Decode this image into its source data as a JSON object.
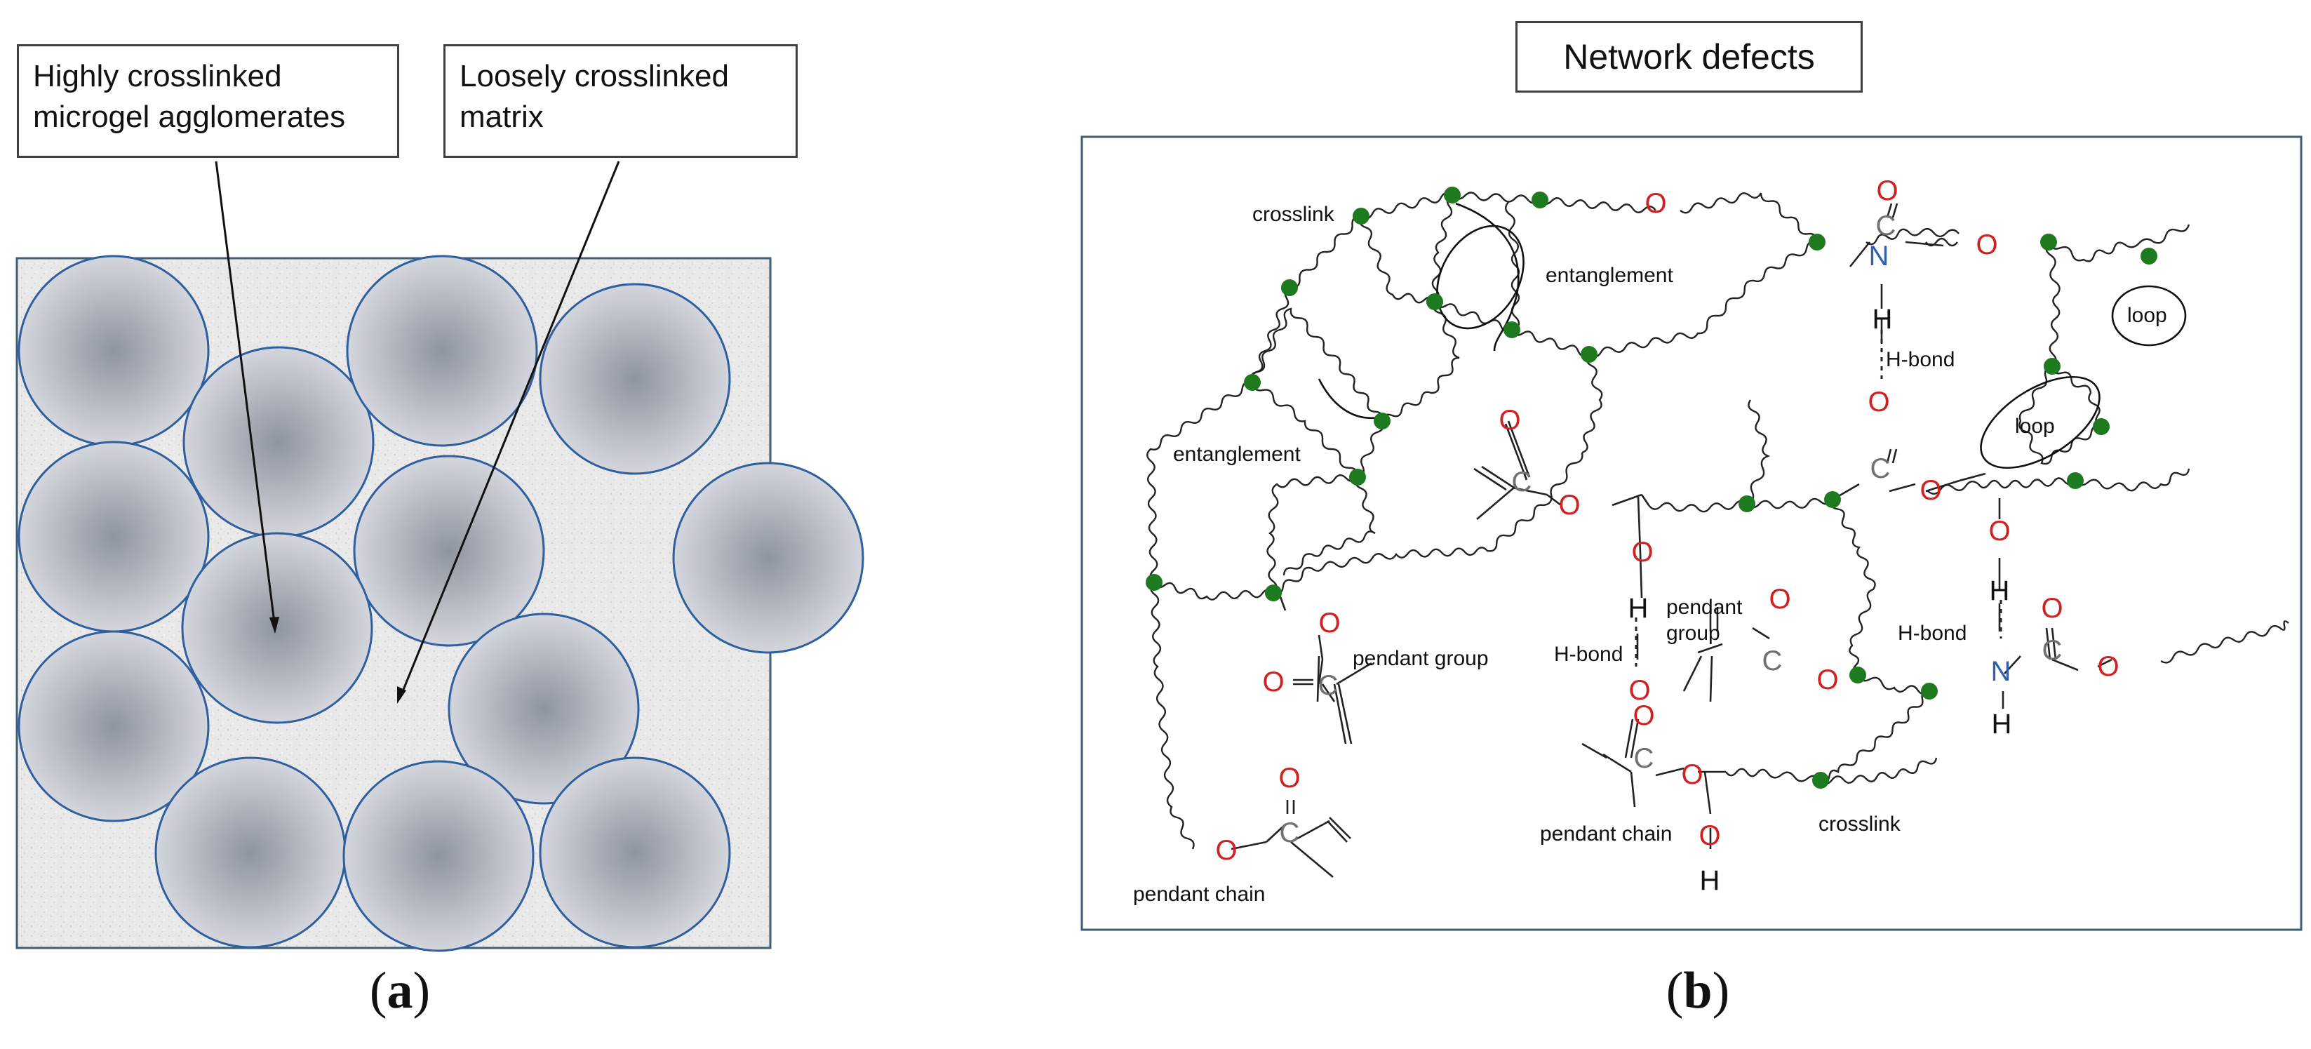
{
  "panel_a": {
    "label_highly_1": "Highly crosslinked",
    "label_highly_2": "microgel agglomerates",
    "label_loosely_1": "Loosely crosslinked",
    "label_loosely_2": "matrix",
    "caption_open": "(",
    "caption_letter": "a",
    "caption_close": ")"
  },
  "panel_b": {
    "title": "Network defects",
    "caption_open": "(",
    "caption_letter": "b",
    "caption_close": ")",
    "labels": {
      "crosslink_top": "crosslink",
      "entanglement_top": "entanglement",
      "entanglement_left": "entanglement",
      "loop_1": "loop",
      "loop_2": "loop",
      "hbond_1": "H-bond",
      "hbond_2": "H-bond",
      "hbond_3": "H-bond",
      "pendant_group_1": "pendant group",
      "pendant_group_2a": "pendant",
      "pendant_group_2b": "group",
      "pendant_chain_1": "pendant chain",
      "pendant_chain_2": "pendant chain",
      "crosslink_bottom": "crosslink"
    },
    "atoms": {
      "O": "O",
      "C": "C",
      "N": "N",
      "H": "H"
    }
  },
  "colors": {
    "sphere_edge": "#2f5f9e",
    "sphere_center": "#8f959e",
    "sphere_outer": "#d3d6dc",
    "matrix_fill": "#e9e9e9",
    "crosslink_dot": "#1e7a1e",
    "oxygen": "#d02020",
    "nitrogen": "#3060b0",
    "carbon": "#707070",
    "frame": "#3e5f74"
  }
}
